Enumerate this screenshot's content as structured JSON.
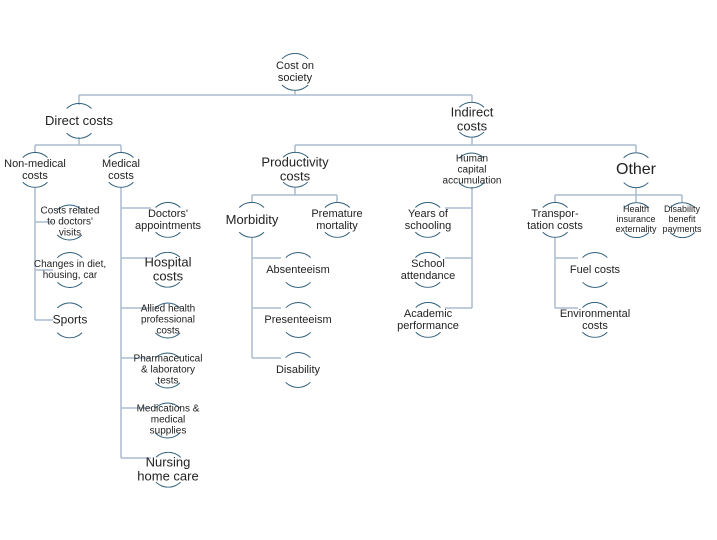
{
  "colors": {
    "line": "#a9bccf",
    "ring": "#2f5f7c"
  },
  "nodes": {
    "root": "Cost on\nsociety",
    "direct": "Direct costs",
    "indirect": "Indirect\ncosts",
    "nonmedical": "Non-medical\ncosts",
    "medical": "Medical\ncosts",
    "productivity": "Productivity\ncosts",
    "human_capital": "Human\ncapital\naccumulation",
    "other": "Other",
    "doctors_visits": "Costs related\nto doctors'\nvisits",
    "diet": "Changes in diet,\nhousing, car",
    "sports": "Sports",
    "doctors_appointments": "Doctors'\nappointments",
    "hospital": "Hospital\ncosts",
    "allied": "Allied health\nprofessional\ncosts",
    "pharma": "Pharmaceutical\n& laboratory\ntests",
    "medications": "Medications &\nmedical\nsupplies",
    "nursing": "Nursing\nhome care",
    "morbidity": "Morbidity",
    "mortality": "Premature\nmortality",
    "absenteeism": "Absenteeism",
    "presenteeism": "Presenteeism",
    "disability": "Disability",
    "schooling": "Years of\nschooling",
    "attendance": "School\nattendance",
    "academic": "Academic\nperformance",
    "transportation": "Transpor-\ntation costs",
    "health_insurance": "Health\ninsurance\nexternality",
    "disability_benefit": "Disability\nbenefit\npayments",
    "fuel": "Fuel costs",
    "environmental": "Environmental\ncosts"
  }
}
